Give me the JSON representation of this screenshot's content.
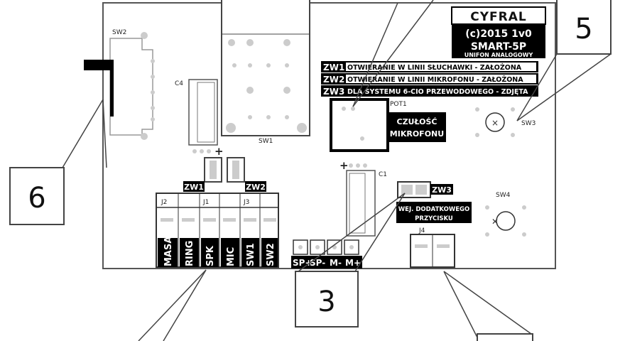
{
  "logo": {
    "brand": "CYFRAL",
    "copyright": "(c)2015 1v0",
    "model": "SMART-5P",
    "subtitle": "UNIFON ANALOGOWY"
  },
  "jumpers_info": [
    {
      "code": "ZW1",
      "text": "OTWIERANIE W LINII SŁUCHAWKI - ZAŁOŻONA"
    },
    {
      "code": "ZW2",
      "text": "OTWIERANIE W LINII MIKROFONU - ZAŁOŻONA"
    },
    {
      "code": "ZW3",
      "text": "DLA SYSTEMU 6-CIO PRZEWODOWEGO - ZDJĘTA"
    }
  ],
  "components": {
    "sw2": "SW2",
    "c4": "C4",
    "sw1": "SW1",
    "pot1": "POT1",
    "sensitivity": [
      "CZUŁOŚĆ",
      "MIKROFONU"
    ],
    "sw3": "SW3",
    "c1": "C1",
    "zw1": "ZW1",
    "zw2": "ZW2",
    "zw3": "ZW3",
    "sw4": "SW4",
    "extra_button": [
      "WEJ. DODATKOWEGO",
      "PRZYCISKU"
    ],
    "j4": "J4",
    "plus": "+"
  },
  "connector_headers": [
    "J2",
    "J1",
    "J3"
  ],
  "terminals": [
    "MASA",
    "RING",
    "SPK",
    "MIC",
    "SW1",
    "SW2"
  ],
  "speaker_pins": [
    "SP+",
    "SP-",
    "M-",
    "M+"
  ],
  "callouts": [
    "3",
    "5",
    "6"
  ]
}
